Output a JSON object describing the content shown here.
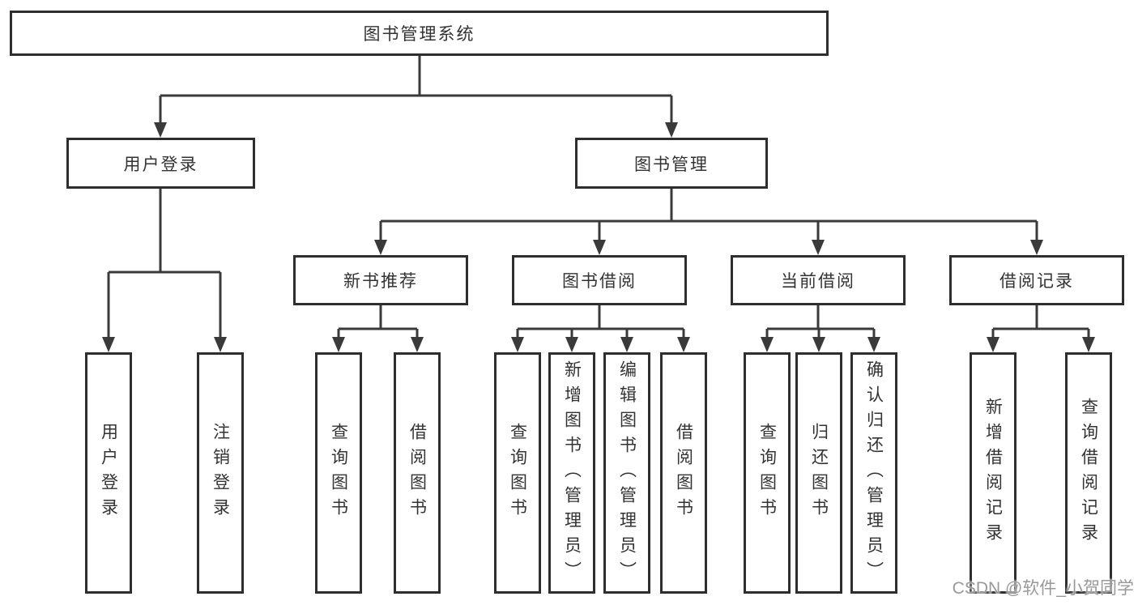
{
  "tree": {
    "root": {
      "label": "图书管理系统"
    },
    "branches": [
      {
        "label": "用户登录",
        "children": [
          {
            "label": "用户登录"
          },
          {
            "label": "注销登录"
          }
        ]
      },
      {
        "label": "图书管理",
        "children": [
          {
            "label": "新书推荐",
            "children": [
              {
                "label": "查询图书"
              },
              {
                "label": "借阅图书"
              }
            ]
          },
          {
            "label": "图书借阅",
            "children": [
              {
                "label": "查询图书"
              },
              {
                "label": "新增图书（管理员）"
              },
              {
                "label": "编辑图书（管理员）"
              },
              {
                "label": "借阅图书"
              }
            ]
          },
          {
            "label": "当前借阅",
            "children": [
              {
                "label": "查询图书"
              },
              {
                "label": "归还图书"
              },
              {
                "label": "确认归还（管理员）"
              }
            ]
          },
          {
            "label": "借阅记录",
            "children": [
              {
                "label": "新增借阅记录"
              },
              {
                "label": "查询借阅记录"
              }
            ]
          }
        ]
      }
    ]
  },
  "watermark": {
    "text": "CSDN @软件_小贺同学"
  },
  "colors": {
    "background": "#ffffff",
    "line": "#3a3a3a",
    "box_border": "#2e2e2e",
    "text": "#333333",
    "watermark": "#999999"
  }
}
